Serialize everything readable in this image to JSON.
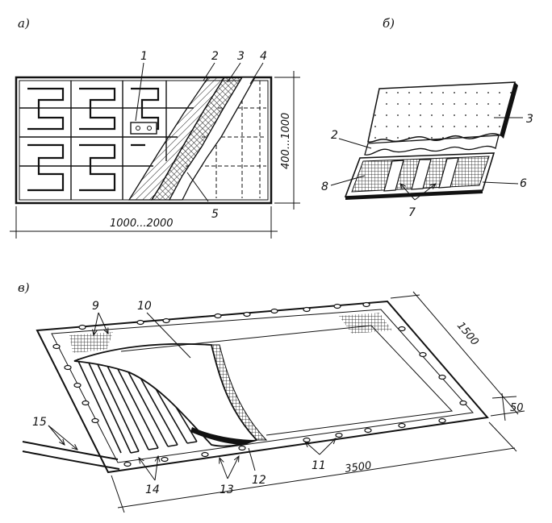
{
  "panels": {
    "a": "а)",
    "b": "б)",
    "c": "в)"
  },
  "dimensions": {
    "a_height": "400...1000",
    "a_width": "1000...2000",
    "c_width": "1500",
    "c_length": "3500",
    "c_margin": "50"
  },
  "callouts": {
    "a": [
      "1",
      "2",
      "3",
      "4",
      "5"
    ],
    "b": [
      "2",
      "3",
      "6",
      "7",
      "8"
    ],
    "c": [
      "9",
      "10",
      "11",
      "12",
      "13",
      "14",
      "15"
    ]
  }
}
